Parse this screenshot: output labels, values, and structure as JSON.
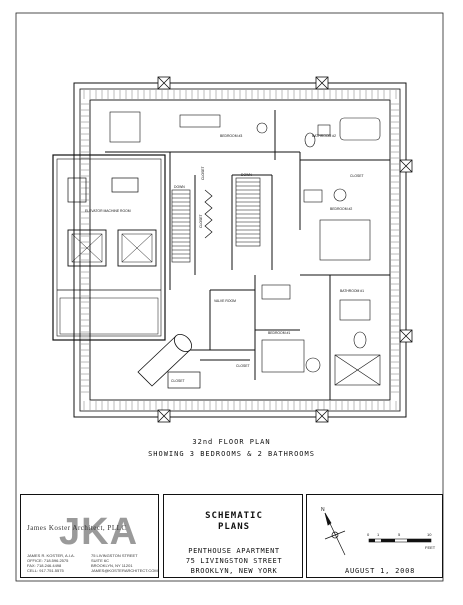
{
  "plan": {
    "rooms": {
      "bedroom3": "BEDROOM #3",
      "bathroom2": "BATHROOM #2",
      "closet_top": "CLOSET",
      "closet_right": "CLOSET",
      "down": "DOWN",
      "down_stair": "DOWN",
      "elevator_room": "ELEVATOR MACHINE ROOM",
      "bedroom2": "BEDROOM #2",
      "bathroom1": "BATHROOM #1",
      "valve_room": "VALVE ROOM",
      "bedroom1": "BEDROOM #1",
      "closet_bottom": "CLOSET",
      "closet_bl": "CLOSET",
      "closet_vertical": "CLOSET"
    }
  },
  "caption": {
    "line1": "32nd FLOOR PLAN",
    "line2": "SHOWING 3 BEDROOMS & 2 BATHROOMS"
  },
  "title_block": {
    "firm": {
      "logo_letters": "JKA",
      "name": "James Koster Architect, PLLC",
      "contact_left": [
        "JAMES R. KOSTER, A.I.A.",
        "OFFICE: 718.596.2575",
        "FAX: 718.246.4498",
        "CELL: 917.751.5575"
      ],
      "contact_right": [
        "75 LIVINGSTON STREET",
        "SUITE 6C",
        "BROOKLYN, NY 11201",
        "JAMES@KOSTERARCHITECT.COM"
      ]
    },
    "schematic": {
      "title_line1": "SCHEMATIC",
      "title_line2": "PLANS",
      "project_line1": "PENTHOUSE APARTMENT",
      "project_line2": "75 LIVINGSTON STREET",
      "project_line3": "BROOKLYN, NEW YORK"
    },
    "scale_bar": {
      "ticks": [
        "0",
        "1",
        "5",
        "10"
      ],
      "unit": "FEET"
    },
    "north_arrow_label": "N",
    "date": "AUGUST 1, 2008"
  }
}
